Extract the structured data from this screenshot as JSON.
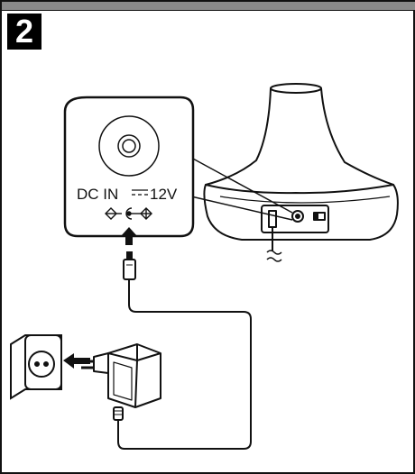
{
  "step": {
    "number": "2"
  },
  "callout": {
    "jack_label": "DC IN",
    "voltage": "12V"
  },
  "colors": {
    "line": "#111111",
    "bar": "#8a8a8a",
    "background": "#ffffff"
  },
  "icons": [
    "dc-jack-icon",
    "polarity-symbol-icon",
    "arrow-up-icon",
    "wall-socket-icon",
    "ac-adapter-icon",
    "base-station-icon",
    "plug-arrow-icon"
  ]
}
